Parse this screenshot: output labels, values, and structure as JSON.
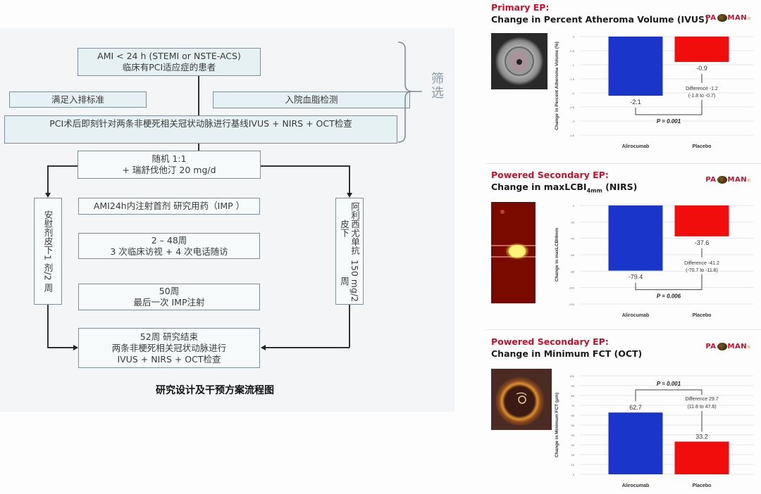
{
  "flowchart": {
    "boxes": {
      "enrollment_line1": "AMI < 24 h (STEMI or NSTE-ACS)",
      "enrollment_line2": "临床有PCI适应症的患者",
      "criteria": "满足入排标准",
      "lipid_test": "入院血脂检测",
      "baseline_imaging": "PCI术后即刻针对两条非梗死相关冠状动脉进行基线IVUS + NIRS + OCT检查",
      "randomization_line1": "随机 1:1",
      "randomization_line2": "+ 瑞舒伐他汀 20 mg/d",
      "first_dose": "AMI24h内注射首剂 研究用药（IMP ）",
      "followup_line1": "2 – 48周",
      "followup_line2": "3 次临床访视 + 4 次电话随访",
      "last_dose_line1": "50周",
      "last_dose_line2": "最后一次 IMP注射",
      "end_line1": "52周 研究结束",
      "end_line2": "两条非梗死相关冠状动脉进行",
      "end_line3": "IVUS + NIRS + OCT检查",
      "placebo_arm_line1": "安慰剂皮下",
      "placebo_arm_line2": "1 剂/2 周",
      "alirocumab_arm_line1": "阿利西尤单抗皮下",
      "alirocumab_arm_line2": "150 mg/2 周"
    },
    "bracket_label": "筛选",
    "caption": "研究设计及干预方案流程图"
  },
  "logo_text": {
    "left": "PA",
    "right": "MAN"
  },
  "chart_data": [
    {
      "type": "bar",
      "ep_label": "Primary EP:",
      "title": "Change in Percent Atheroma Volume (IVUS)",
      "title_sub": "",
      "title_suffix": "",
      "thumbnail": "ivus-image",
      "ylabel": "Change in Percent Atheroma Volume (%)",
      "categories": [
        "Alirocumab",
        "Placebo"
      ],
      "values": [
        -2.1,
        -0.9
      ],
      "data_labels": [
        "-2.1",
        "-0.9"
      ],
      "colors": [
        "#1a35c9",
        "#f20d0d"
      ],
      "ylim": [
        -3.5,
        0
      ],
      "yticks": [
        0,
        -0.5,
        -1,
        -1.5,
        -2,
        -2.5,
        -3,
        -3.5
      ],
      "ytick_labels": [
        "0",
        "-0.5",
        "-1",
        "-1.5",
        "-2",
        "-2.5",
        "-3",
        "-3.5"
      ],
      "grid": true,
      "difference_label": "Difference -1.2",
      "difference_ci": "(-1.8 to -0.7)",
      "p_value_label": "P = 0.001",
      "bracket_position": "bottom"
    },
    {
      "type": "bar",
      "ep_label": "Powered Secondary EP:",
      "title": "Change in maxLCBI",
      "title_sub": "4mm",
      "title_suffix": " (NIRS)",
      "thumbnail": "nirs-image",
      "ylabel": "Change in maxLCBI4mm",
      "categories": [
        "Alirocumab",
        "Placebo"
      ],
      "values": [
        -79.4,
        -37.6
      ],
      "data_labels": [
        "-79.4",
        "-37.6"
      ],
      "colors": [
        "#1a35c9",
        "#f20d0d"
      ],
      "ylim": [
        -120,
        0
      ],
      "yticks": [
        0,
        -20,
        -40,
        -60,
        -80,
        -100,
        -120
      ],
      "ytick_labels": [
        "0",
        "-20",
        "-40",
        "-60",
        "-80",
        "-100",
        "-120"
      ],
      "grid": true,
      "difference_label": "Difference -41.2",
      "difference_ci": "(-70.7 to -11.8)",
      "p_value_label": "P = 0.006",
      "bracket_position": "bottom"
    },
    {
      "type": "bar",
      "ep_label": "Powered Secondary EP:",
      "title": "Change in Minimum FCT (OCT)",
      "title_sub": "",
      "title_suffix": "",
      "thumbnail": "oct-image",
      "ylabel": "Change in Minimum FCT (μm)",
      "categories": [
        "Alirocumab",
        "Placebo"
      ],
      "values": [
        62.7,
        33.2
      ],
      "data_labels": [
        "62.7",
        "33.2"
      ],
      "colors": [
        "#1a35c9",
        "#f20d0d"
      ],
      "ylim": [
        0,
        100
      ],
      "yticks": [
        0,
        10,
        20,
        30,
        40,
        50,
        60,
        70,
        80,
        90,
        100
      ],
      "ytick_labels": [
        "0",
        "10",
        "20",
        "30",
        "40",
        "50",
        "60",
        "70",
        "80",
        "90",
        "100"
      ],
      "grid": true,
      "difference_label": "Difference 29.7",
      "difference_ci": "(11.8 to 47.6)",
      "p_value_label": "P = 0.001",
      "bracket_position": "top"
    }
  ]
}
